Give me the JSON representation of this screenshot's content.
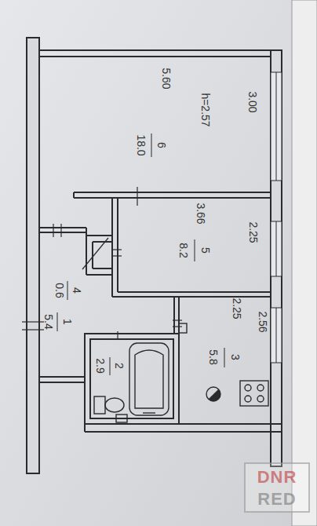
{
  "diagram": {
    "labels": [
      "5.60",
      "h=2.57",
      "6",
      "18.0",
      "3.00",
      "3.66",
      "2.25",
      "5",
      "8.2",
      "4",
      "0.6",
      "1",
      "5.4",
      "2.25",
      "2.56",
      "3",
      "5.8",
      "2",
      "2.9",
      "DNR",
      "RED"
    ]
  }
}
